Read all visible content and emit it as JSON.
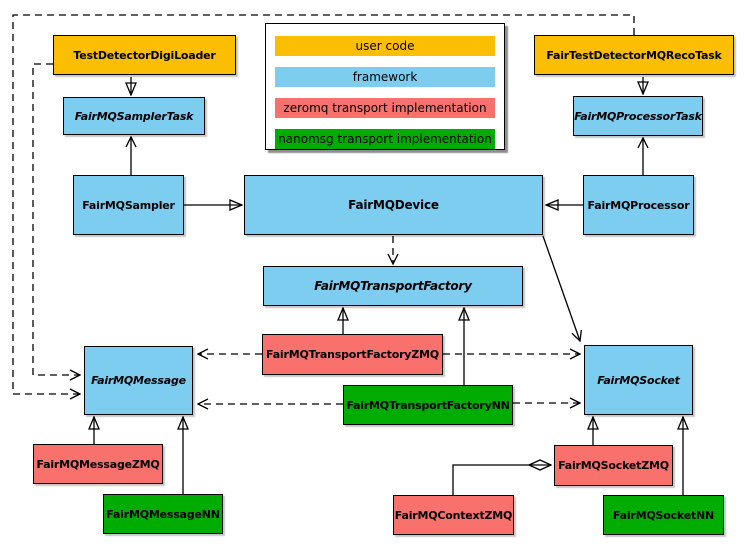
{
  "diagram": {
    "legend": {
      "items": [
        {
          "label": "user code",
          "color": "#FCBE02"
        },
        {
          "label": "framework",
          "color": "#7DCDF0"
        },
        {
          "label": "zeromq transport implementation",
          "color": "#F8716D"
        },
        {
          "label": "nanomsg transport implementation",
          "color": "#00AC00"
        }
      ]
    },
    "nodes": [
      {
        "id": "test-detector-digi-loader",
        "label": "TestDetectorDigiLoader",
        "category": "user code",
        "abstract": false
      },
      {
        "id": "fair-test-detector-mq-reco-task",
        "label": "FairTestDetectorMQRecoTask",
        "category": "user code",
        "abstract": false
      },
      {
        "id": "fairmq-sampler-task",
        "label": "FairMQSamplerTask",
        "category": "framework",
        "abstract": true
      },
      {
        "id": "fairmq-processor-task",
        "label": "FairMQProcessorTask",
        "category": "framework",
        "abstract": true
      },
      {
        "id": "fairmq-sampler",
        "label": "FairMQSampler",
        "category": "framework",
        "abstract": false
      },
      {
        "id": "fairmq-device",
        "label": "FairMQDevice",
        "category": "framework",
        "abstract": false
      },
      {
        "id": "fairmq-processor",
        "label": "FairMQProcessor",
        "category": "framework",
        "abstract": false
      },
      {
        "id": "fairmq-transport-factory",
        "label": "FairMQTransportFactory",
        "category": "framework",
        "abstract": true
      },
      {
        "id": "fairmq-transport-factory-zmq",
        "label": "FairMQTransportFactoryZMQ",
        "category": "zeromq",
        "abstract": false
      },
      {
        "id": "fairmq-transport-factory-nn",
        "label": "FairMQTransportFactoryNN",
        "category": "nanomsg",
        "abstract": false
      },
      {
        "id": "fairmq-message",
        "label": "FairMQMessage",
        "category": "framework",
        "abstract": true
      },
      {
        "id": "fairmq-socket",
        "label": "FairMQSocket",
        "category": "framework",
        "abstract": true
      },
      {
        "id": "fairmq-message-zmq",
        "label": "FairMQMessageZMQ",
        "category": "zeromq",
        "abstract": false
      },
      {
        "id": "fairmq-message-nn",
        "label": "FairMQMessageNN",
        "category": "nanomsg",
        "abstract": false
      },
      {
        "id": "fairmq-context-zmq",
        "label": "FairMQContextZMQ",
        "category": "zeromq",
        "abstract": false
      },
      {
        "id": "fairmq-socket-zmq",
        "label": "FairMQSocketZMQ",
        "category": "zeromq",
        "abstract": false
      },
      {
        "id": "fairmq-socket-nn",
        "label": "FairMQSocketNN",
        "category": "nanomsg",
        "abstract": false
      }
    ],
    "edges": [
      {
        "from": "TestDetectorDigiLoader",
        "to": "FairMQSamplerTask",
        "type": "generalization-triangle"
      },
      {
        "from": "FairTestDetectorMQRecoTask",
        "to": "FairMQProcessorTask",
        "type": "generalization-triangle"
      },
      {
        "from": "FairMQSampler",
        "to": "FairMQSamplerTask",
        "type": "open-arrow"
      },
      {
        "from": "FairMQProcessor",
        "to": "FairMQProcessorTask",
        "type": "open-arrow"
      },
      {
        "from": "FairMQSampler",
        "to": "FairMQDevice",
        "type": "generalization-triangle"
      },
      {
        "from": "FairMQProcessor",
        "to": "FairMQDevice",
        "type": "generalization-triangle"
      },
      {
        "from": "FairMQDevice",
        "to": "FairMQSocket",
        "type": "open-arrow"
      },
      {
        "from": "FairMQDevice",
        "to": "FairMQTransportFactory",
        "type": "dashed-dependency"
      },
      {
        "from": "FairMQTransportFactoryZMQ",
        "to": "FairMQTransportFactory",
        "type": "generalization-triangle"
      },
      {
        "from": "FairMQTransportFactoryNN",
        "to": "FairMQTransportFactory",
        "type": "generalization-triangle"
      },
      {
        "from": "FairMQTransportFactoryZMQ",
        "to": "FairMQMessage",
        "type": "dashed-dependency"
      },
      {
        "from": "FairMQTransportFactoryZMQ",
        "to": "FairMQSocket",
        "type": "dashed-dependency"
      },
      {
        "from": "FairMQTransportFactoryNN",
        "to": "FairMQMessage",
        "type": "dashed-dependency"
      },
      {
        "from": "FairMQTransportFactoryNN",
        "to": "FairMQSocket",
        "type": "dashed-dependency"
      },
      {
        "from": "FairTestDetectorMQRecoTask",
        "to": "FairMQMessage",
        "type": "dashed-dependency"
      },
      {
        "from": "TestDetectorDigiLoader",
        "to": "FairMQMessage",
        "type": "dashed-dependency"
      },
      {
        "from": "FairMQMessageZMQ",
        "to": "FairMQMessage",
        "type": "generalization-triangle"
      },
      {
        "from": "FairMQMessageNN",
        "to": "FairMQMessage",
        "type": "generalization-triangle"
      },
      {
        "from": "FairMQSocketZMQ",
        "to": "FairMQSocket",
        "type": "generalization-triangle"
      },
      {
        "from": "FairMQSocketNN",
        "to": "FairMQSocket",
        "type": "generalization-triangle"
      },
      {
        "from": "FairMQContextZMQ",
        "to": "FairMQSocketZMQ",
        "type": "composition-diamond"
      }
    ]
  }
}
